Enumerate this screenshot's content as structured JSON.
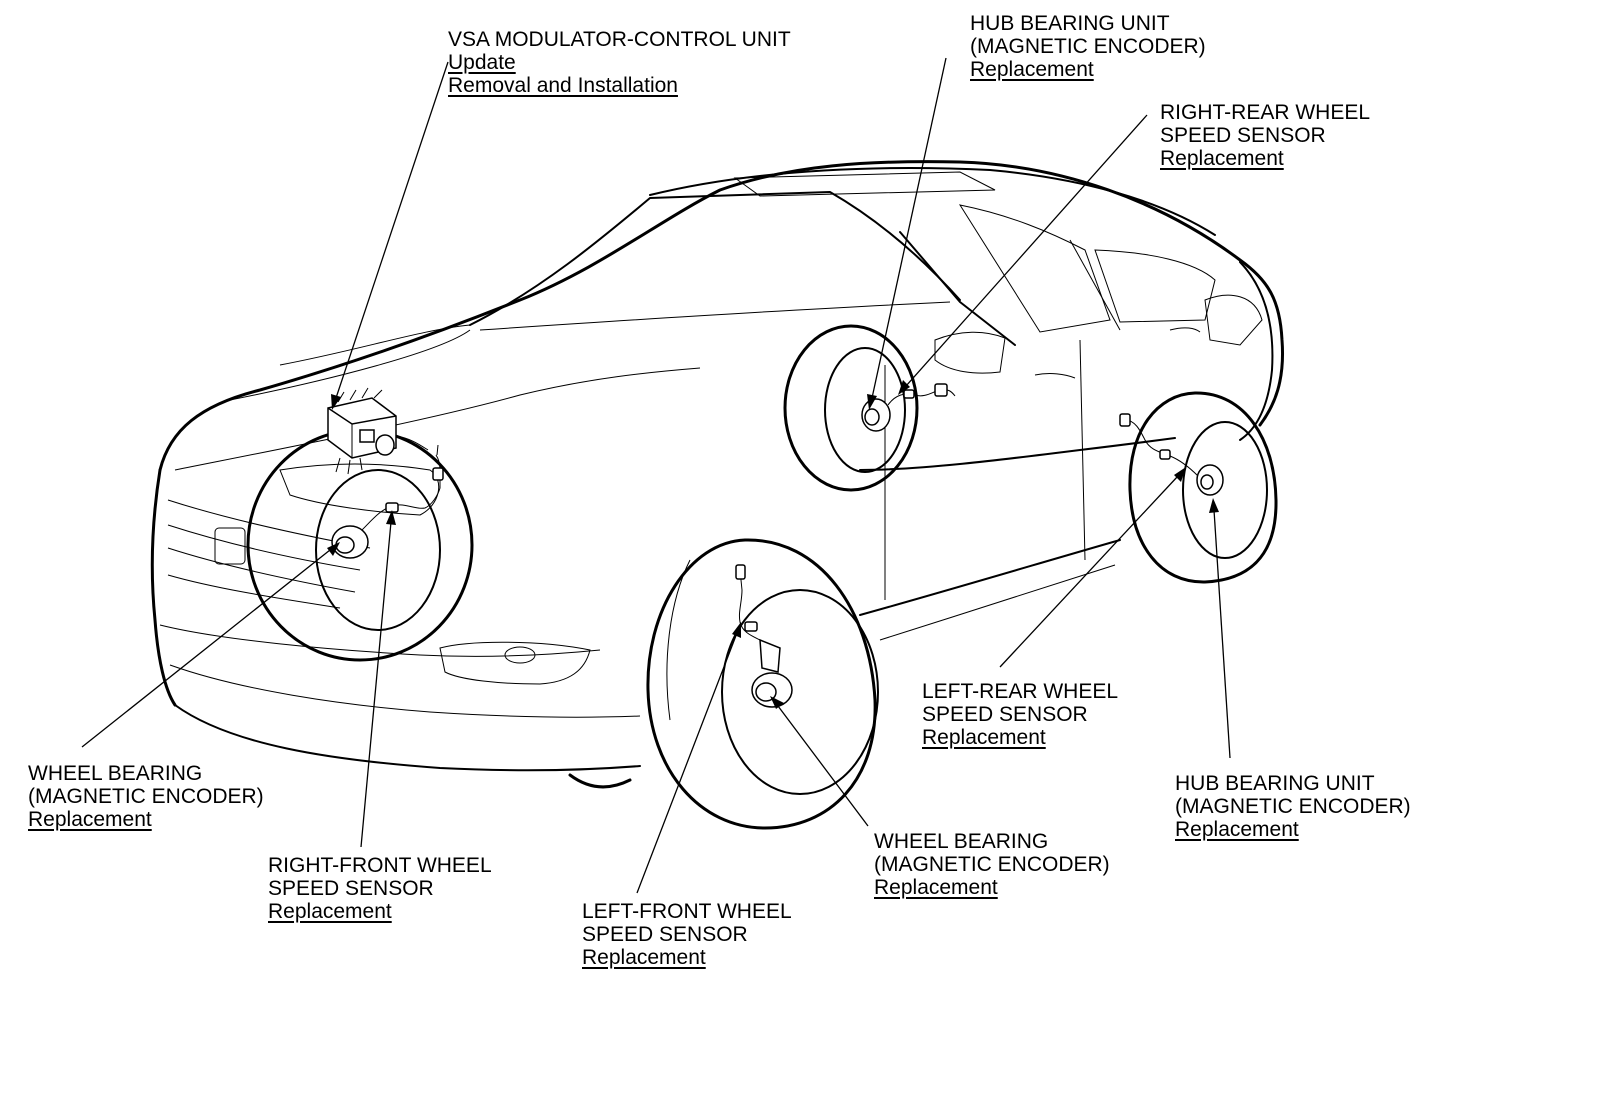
{
  "callouts": {
    "vsa": {
      "lines": [
        "VSA MODULATOR-CONTROL UNIT"
      ],
      "links": [
        "Update",
        "Removal and Installation"
      ]
    },
    "hub_right_rear": {
      "lines": [
        "HUB BEARING UNIT",
        "(MAGNETIC ENCODER)"
      ],
      "links": [
        "Replacement"
      ]
    },
    "rr_sensor": {
      "lines": [
        "RIGHT-REAR WHEEL",
        "SPEED SENSOR"
      ],
      "links": [
        "Replacement"
      ]
    },
    "wb_right_front": {
      "lines": [
        "WHEEL BEARING",
        "(MAGNETIC ENCODER)"
      ],
      "links": [
        "Replacement"
      ]
    },
    "rf_sensor": {
      "lines": [
        "RIGHT-FRONT WHEEL",
        "SPEED SENSOR"
      ],
      "links": [
        "Replacement"
      ]
    },
    "lf_sensor": {
      "lines": [
        "LEFT-FRONT WHEEL",
        "SPEED SENSOR"
      ],
      "links": [
        "Replacement"
      ]
    },
    "wb_left_front": {
      "lines": [
        "WHEEL BEARING",
        "(MAGNETIC ENCODER)"
      ],
      "links": [
        "Replacement"
      ]
    },
    "lr_sensor": {
      "lines": [
        "LEFT-REAR WHEEL",
        "SPEED SENSOR"
      ],
      "links": [
        "Replacement"
      ]
    },
    "hub_left_rear": {
      "lines": [
        "HUB BEARING UNIT",
        "(MAGNETIC ENCODER)"
      ],
      "links": [
        "Replacement"
      ]
    }
  }
}
